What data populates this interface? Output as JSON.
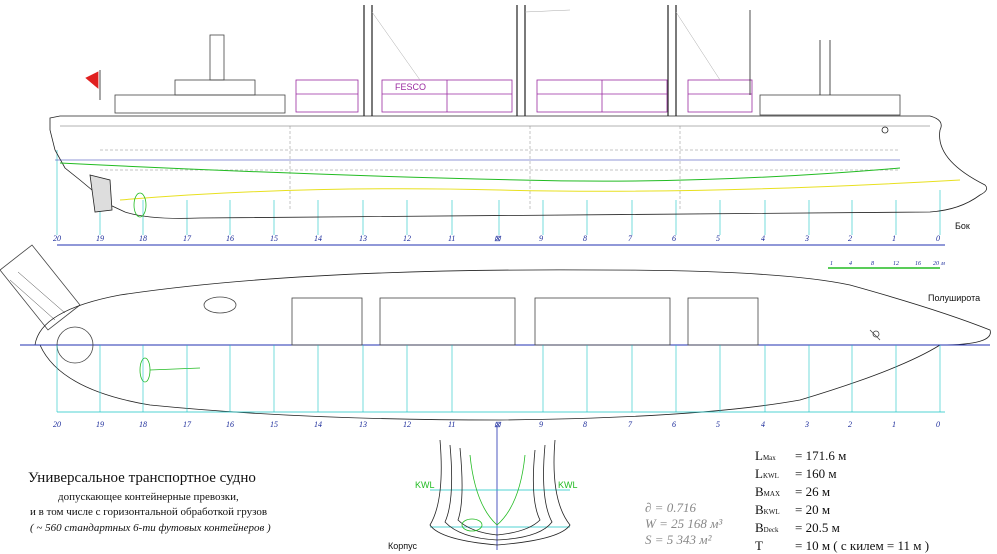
{
  "profile_label": "Бок",
  "plan_label": "Полуширота",
  "section_label": "Корпус",
  "cargo_brand": "FESCO",
  "kwl_label": "KWL",
  "midship_mark": "⊠",
  "stations_top": [
    "20",
    "19",
    "18",
    "17",
    "16",
    "15",
    "14",
    "13",
    "12",
    "11",
    "9",
    "8",
    "7",
    "6",
    "5",
    "4",
    "3",
    "2",
    "1",
    "0"
  ],
  "stations_bottom": [
    "20",
    "19",
    "18",
    "17",
    "16",
    "15",
    "14",
    "13",
    "12",
    "11",
    "9",
    "8",
    "7",
    "6",
    "5",
    "4",
    "3",
    "2",
    "1",
    "0"
  ],
  "scale_bar": {
    "ticks": [
      "1",
      "4",
      "8",
      "12",
      "16",
      "20"
    ],
    "unit": "м"
  },
  "title": {
    "main": "Универсальное транспортное судно",
    "line2": "допускающее контейнерные превозки,",
    "line3": "и в том числе с горизонтальной обработкой грузов",
    "line4": "( ~ 560 стандартных 6-ти футовых контейнеров )"
  },
  "coefficients": {
    "delta": "∂ = 0.716",
    "W": "W = 25 168 м³",
    "S": "S = 5 343 м²"
  },
  "specs": [
    {
      "sym": "L",
      "sub": "Max",
      "value": "=  171.6 м"
    },
    {
      "sym": "L",
      "sub": "KWL",
      "value": "=  160 м"
    },
    {
      "sym": "B",
      "sub": "MAX",
      "value": "=   26 м"
    },
    {
      "sym": "B",
      "sub": "KWL",
      "value": "=   20 м"
    },
    {
      "sym": "B",
      "sub": "Deck",
      "value": "=   20.5 м"
    },
    {
      "sym": "T",
      "sub": "",
      "value": "= 10 м   ( с килем = 11 м )"
    }
  ],
  "colors": {
    "station_line": "#19c4c4",
    "baseline": "#2230b0",
    "waterline_green": "#22bb22",
    "waterline_yellow": "#e8e020",
    "container_outline": "#9a2aa0",
    "flag": "#e02020"
  }
}
